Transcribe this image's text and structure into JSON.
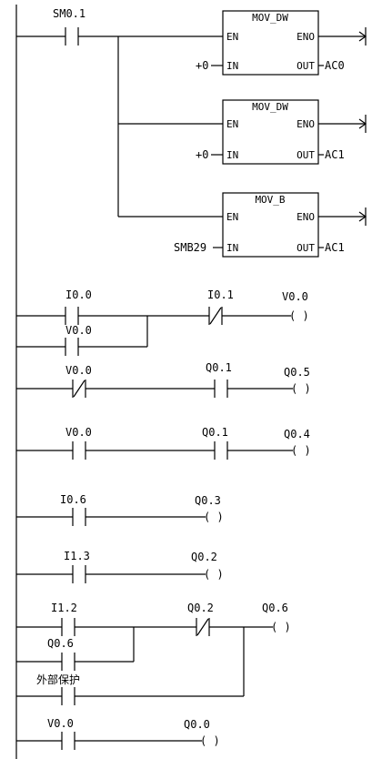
{
  "rungs": {
    "r1": {
      "contact": "SM0.1",
      "box1": {
        "title": "MOV_DW",
        "en": "EN",
        "eno": "ENO",
        "in_label": "IN",
        "out_label": "OUT",
        "in": "+0",
        "out": "AC0"
      },
      "box2": {
        "title": "MOV_DW",
        "en": "EN",
        "eno": "ENO",
        "in_label": "IN",
        "out_label": "OUT",
        "in": "+0",
        "out": "AC1"
      },
      "box3": {
        "title": "MOV_B",
        "en": "EN",
        "eno": "ENO",
        "in_label": "IN",
        "out_label": "OUT",
        "in": "SMB29",
        "out": "AC1"
      }
    },
    "r2": {
      "contact1": "I0.0",
      "contact2": "V0.0",
      "nc": "I0.1",
      "coil": "V0.0"
    },
    "r3": {
      "nc": "V0.0",
      "contact": "Q0.1",
      "coil": "Q0.5"
    },
    "r4": {
      "contact1": "V0.0",
      "contact2": "Q0.1",
      "coil": "Q0.4"
    },
    "r5": {
      "contact": "I0.6",
      "coil": "Q0.3"
    },
    "r6": {
      "contact": "I1.3",
      "coil": "Q0.2"
    },
    "r7": {
      "contact1": "I1.2",
      "contact2": "Q0.6",
      "contact3": "外部保护",
      "nc": "Q0.2",
      "coil": "Q0.6"
    },
    "r8": {
      "contact": "V0.0",
      "coil": "Q0.0"
    }
  },
  "coil_symbol": "( )"
}
